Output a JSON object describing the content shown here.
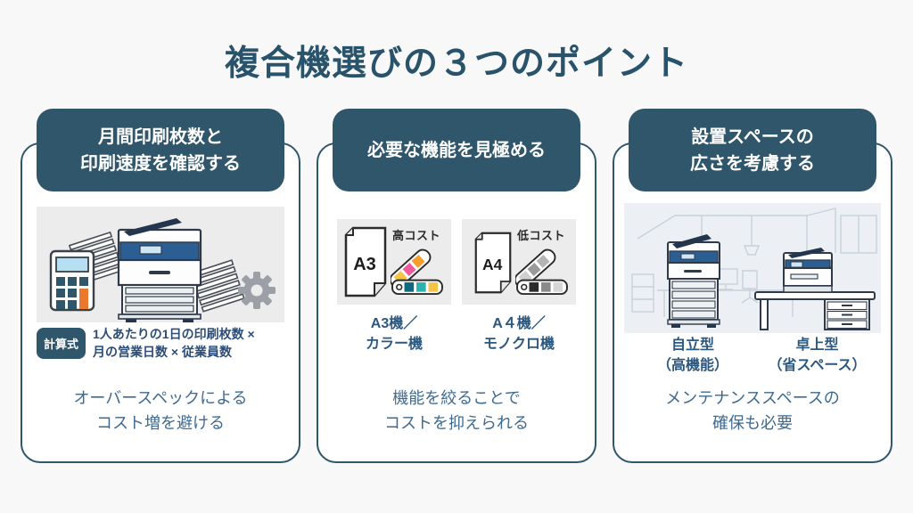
{
  "page": {
    "title": "複合機選びの３つのポイント",
    "colors": {
      "background": "#f7f8f7",
      "accent": "#2f566b",
      "card_background": "#ffffff",
      "title_text": "#28536b",
      "note_text": "#3e6a91",
      "formula_text": "#2b4d78",
      "illustration_gray": "#ececec",
      "illustration_blue": "#ecf0f5",
      "printer_blue": "#2b5f94",
      "calculator_orange": "#e8792e"
    }
  },
  "cards": [
    {
      "header": {
        "line1": "月間印刷枚数と",
        "line2": "印刷速度を確認する"
      },
      "icons": [
        "calculator-icon",
        "copier-icon",
        "paper-stack-icon",
        "gear-icon"
      ],
      "formula": {
        "badge": "計算式",
        "line1": "1人あたりの1日の印刷枚数 ×",
        "line2": "月の営業日数 × 従業員数"
      },
      "note": {
        "line1": "オーバースペックによる",
        "line2": "コスト増を避ける"
      }
    },
    {
      "header": {
        "line1": "必要な機能を見極める"
      },
      "items": [
        {
          "paper_size": "A3",
          "cost_tag": "高コスト",
          "label1": "A3機／",
          "label2": "カラー機",
          "icons": [
            "a3-paper-icon",
            "color-swatch-icon"
          ]
        },
        {
          "paper_size": "A4",
          "cost_tag": "低コスト",
          "label1": "A４機／",
          "label2": "モノクロ機",
          "icons": [
            "a4-paper-icon",
            "mono-swatch-icon"
          ]
        }
      ],
      "note": {
        "line1": "機能を絞ることで",
        "line2": "コストを抑えられる"
      }
    },
    {
      "header": {
        "line1": "設置スペースの",
        "line2": "広さを考慮する"
      },
      "icons": [
        "office-scene",
        "floor-copier-icon",
        "desk-icon",
        "desktop-printer-icon"
      ],
      "items": [
        {
          "label1": "自立型",
          "label2": "（高機能）"
        },
        {
          "label1": "卓上型",
          "label2": "（省スペース）"
        }
      ],
      "note": {
        "line1": "メンテナンススペースの",
        "line2": "確保も必要"
      }
    }
  ]
}
